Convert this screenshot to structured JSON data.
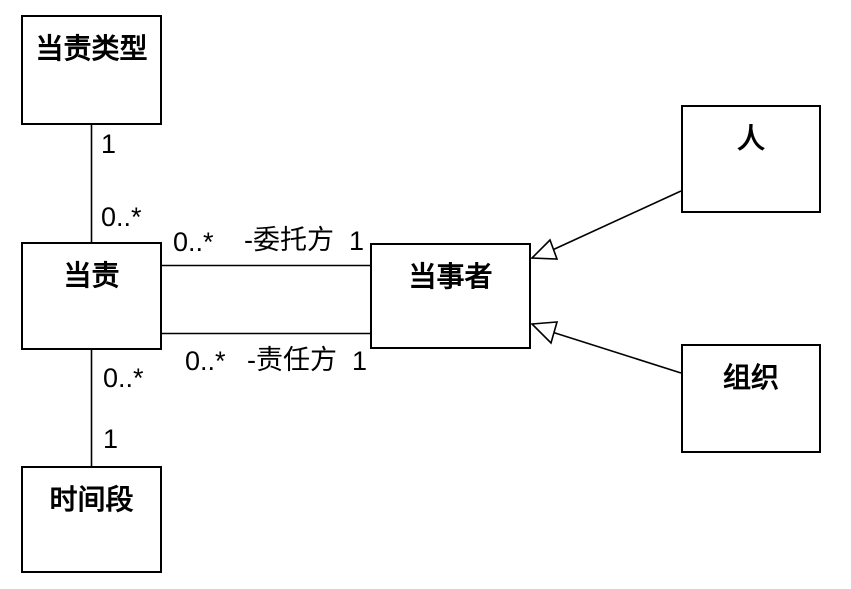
{
  "diagram": {
    "type": "uml-class-diagram",
    "background_color": "#ffffff",
    "stroke_color": "#000000",
    "classes": [
      {
        "id": "accountability-type",
        "label": "当责类型"
      },
      {
        "id": "accountability",
        "label": "当责"
      },
      {
        "id": "time-period",
        "label": "时间段"
      },
      {
        "id": "party",
        "label": "当事者"
      },
      {
        "id": "person",
        "label": "人"
      },
      {
        "id": "organization",
        "label": "组织"
      }
    ],
    "associations": [
      {
        "source": "当责类型",
        "target": "当责",
        "source_mult": "1",
        "target_mult": "0..*",
        "name": ""
      },
      {
        "source": "当责",
        "target": "当事者",
        "source_mult": "0..*",
        "target_mult": "1",
        "name": "-委托方"
      },
      {
        "source": "当责",
        "target": "当事者",
        "source_mult": "0..*",
        "target_mult": "1",
        "name": "-责任方"
      },
      {
        "source": "当责",
        "target": "时间段",
        "source_mult": "0..*",
        "target_mult": "1",
        "name": ""
      }
    ],
    "generalizations": [
      {
        "child": "人",
        "parent": "当事者"
      },
      {
        "child": "组织",
        "parent": "当事者"
      }
    ]
  }
}
